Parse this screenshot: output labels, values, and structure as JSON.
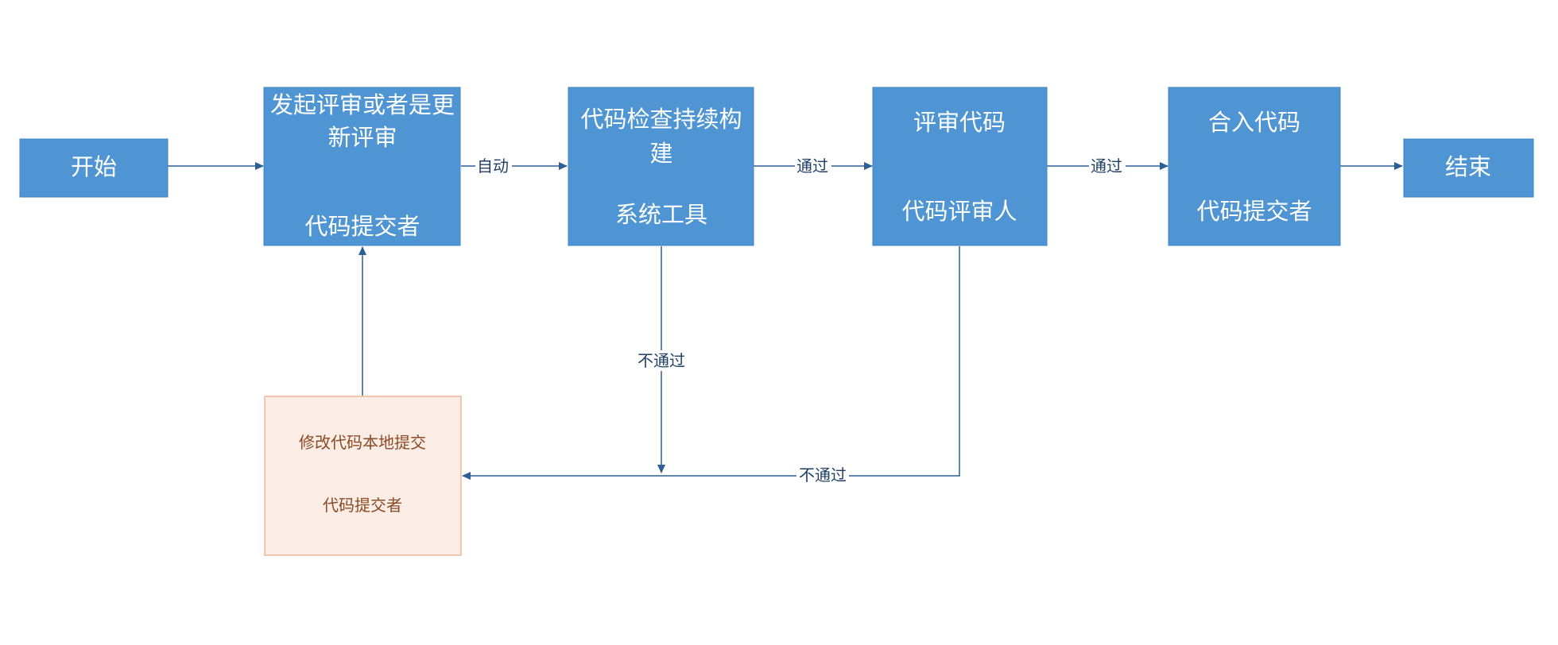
{
  "nodes": {
    "start": {
      "label": "开始"
    },
    "submit_review": {
      "line1": "发起评审或者是更",
      "line2": "新评审",
      "role": "代码提交者"
    },
    "code_check": {
      "line1": "代码检查持续构",
      "line2": "建",
      "role": "系统工具"
    },
    "review_code": {
      "title": "评审代码",
      "role": "代码评审人"
    },
    "merge_code": {
      "title": "合入代码",
      "role": "代码提交者"
    },
    "end": {
      "label": "结束"
    },
    "modify_code": {
      "title": "修改代码本地提交",
      "role": "代码提交者"
    }
  },
  "edges": {
    "auto": "自动",
    "pass_1": "通过",
    "pass_2": "通过",
    "fail_check": "不通过",
    "fail_review": "不通过"
  },
  "colors": {
    "primary_fill": "#4f95d3",
    "primary_stroke": "#3f85c3",
    "secondary_fill": "#fbece6",
    "secondary_stroke": "#e8a887",
    "edge": "#2d5f95",
    "edge_text": "#1f3f66",
    "secondary_text": "#8a4a22"
  }
}
